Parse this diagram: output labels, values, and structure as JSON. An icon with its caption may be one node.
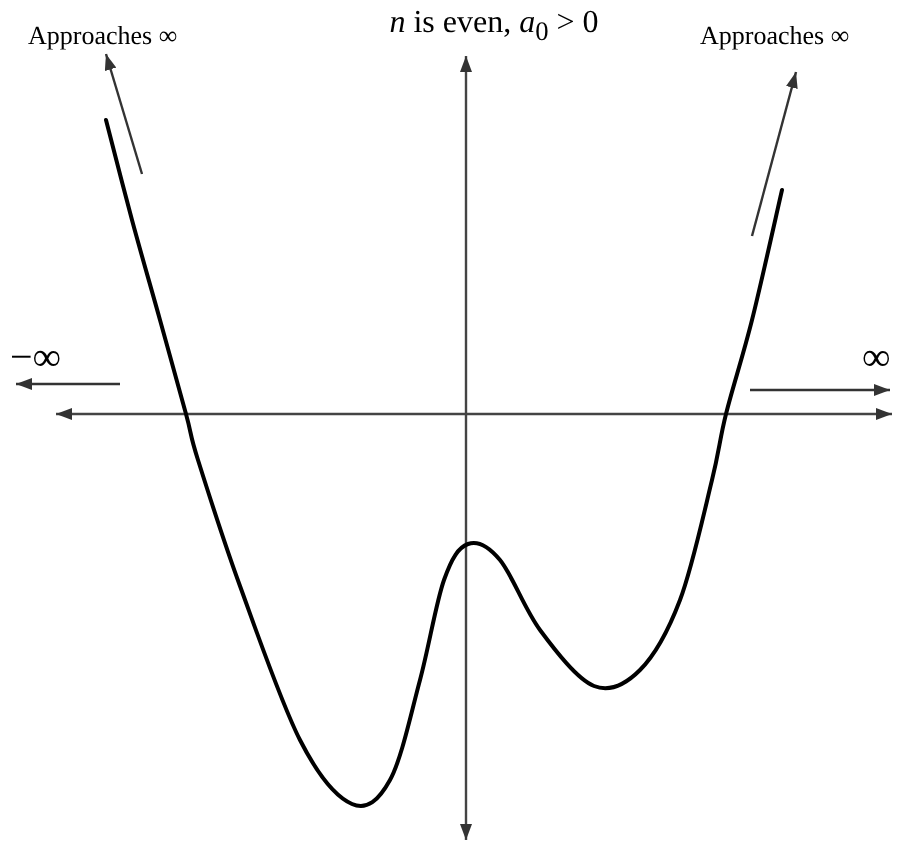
{
  "diagram": {
    "title": "*n* is even, *a*$_{0}$ > 0",
    "labels": [
      "Approaches ∞",
      "Approaches ∞",
      "−∞",
      "∞"
    ]
  }
}
